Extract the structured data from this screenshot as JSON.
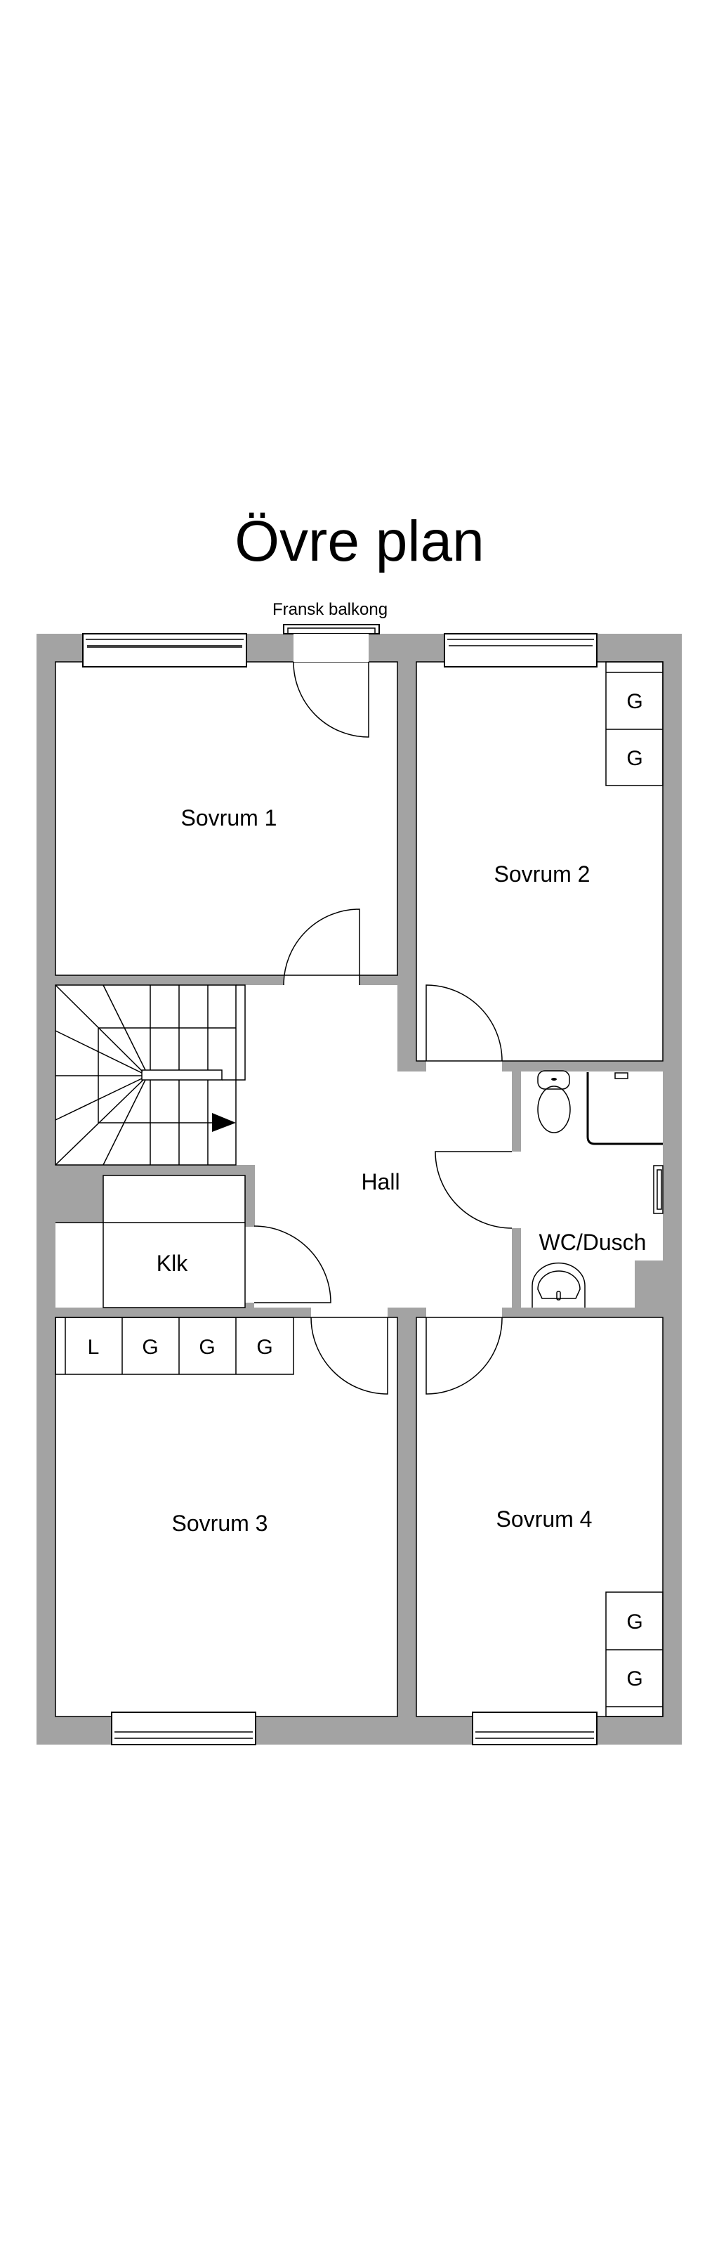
{
  "title": "Övre plan",
  "balcony_label": "Fransk balkong",
  "rooms": {
    "sovrum1": "Sovrum 1",
    "sovrum2": "Sovrum 2",
    "hall": "Hall",
    "klk": "Klk",
    "wc": "WC/Dusch",
    "sovrum3": "Sovrum 3",
    "sovrum4": "Sovrum 4"
  },
  "storage": {
    "sovrum2": [
      "G",
      "G"
    ],
    "sovrum3": [
      "L",
      "G",
      "G",
      "G"
    ],
    "sovrum4": [
      "G",
      "G"
    ]
  },
  "colors": {
    "wall": "#a3a3a3",
    "line": "#000000",
    "background": "#ffffff"
  }
}
